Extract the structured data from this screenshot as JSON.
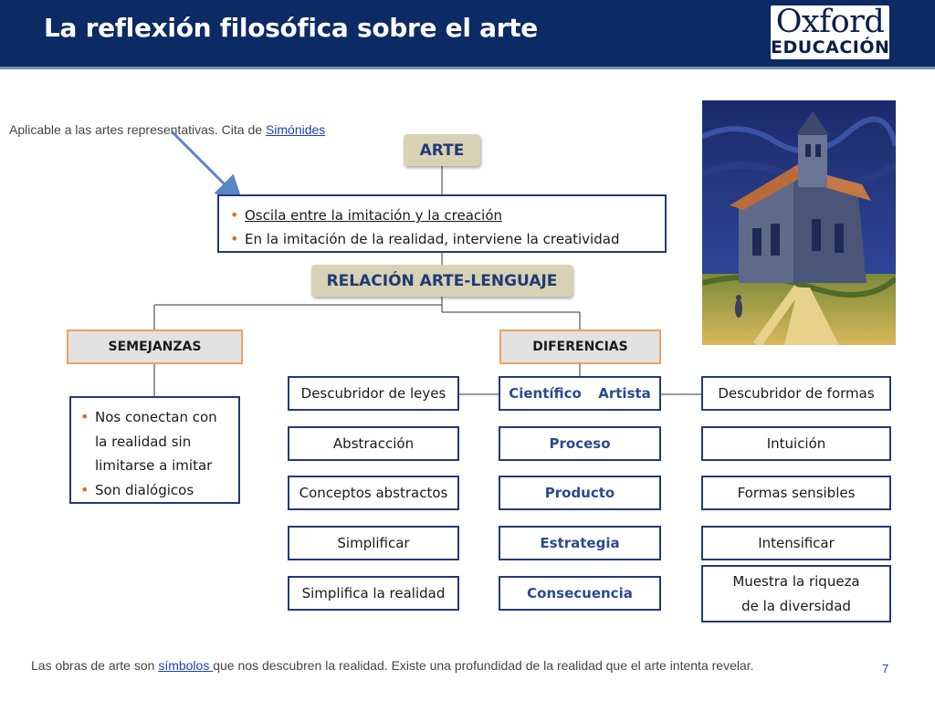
{
  "slide": {
    "title": "La reflexión filosófica sobre el arte",
    "page_number": "7"
  },
  "logo": {
    "brand": "Oxford",
    "subbrand": "EDUCACIÓN"
  },
  "note": {
    "text": "Aplicable a las artes representativas. Cita de ",
    "link": "Simónides"
  },
  "footer": {
    "before": "Las obras de arte son ",
    "link": "símbolos ",
    "after": "que nos descubren la realidad. Existe una profundidad de la realidad que el arte intenta revelar."
  },
  "diagram": {
    "root": "ARTE",
    "root_bullets": [
      "Oscila entre la imitación y la creación",
      "En la imitación de la realidad, interviene la creatividad"
    ],
    "relation": "RELACIÓN ARTE-LENGUAJE",
    "similarities": {
      "label": "SEMEJANZAS",
      "bullets": [
        "Nos conectan con la realidad sin limitarse a imitar",
        "Son dialógicos"
      ]
    },
    "differences": {
      "label": "DIFERENCIAS",
      "rows": [
        {
          "left": "Descubridor de leyes",
          "center_a": "Científico",
          "center_b": "Artista",
          "right": "Descubridor de formas"
        },
        {
          "left": "Abstracción",
          "center": "Proceso",
          "right": "Intuición"
        },
        {
          "left": "Conceptos abstractos",
          "center": "Producto",
          "right": "Formas sensibles"
        },
        {
          "left": "Simplificar",
          "center": "Estrategia",
          "right": "Intensificar"
        },
        {
          "left": "Simplifica la realidad",
          "center": "Consecuencia",
          "right_line1": "Muestra la riqueza",
          "right_line2": "de la diversidad"
        }
      ]
    }
  },
  "colors": {
    "header": "#0c2a63",
    "box_border": "#233a78",
    "category_border": "#f0a060",
    "tan_box": "#d8d2b5",
    "bullet": "#e06b2d",
    "arrow": "#5b86c4"
  }
}
